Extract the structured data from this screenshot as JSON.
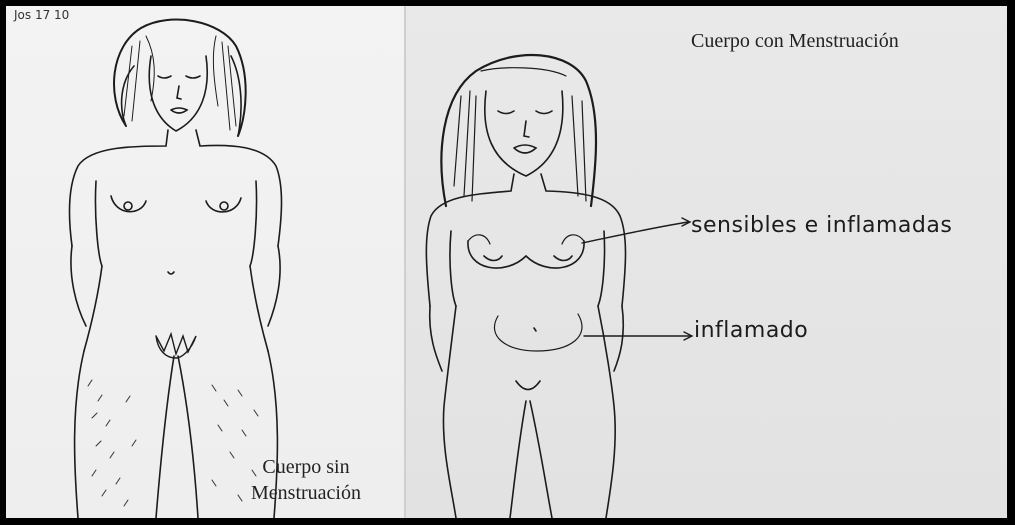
{
  "left_panel": {
    "scribble": "Jos 17 10",
    "caption_line1": "Cuerpo sin",
    "caption_line2": "Menstruación"
  },
  "right_panel": {
    "caption": "Cuerpo con Menstruación",
    "annotation_breasts": "sensibles e inflamadas",
    "annotation_belly": "inflamado"
  },
  "colors": {
    "ink": "#1c1c1c",
    "paper_left": "#f2f2f2",
    "paper_right": "#e6e6e6",
    "frame": "#000000"
  }
}
